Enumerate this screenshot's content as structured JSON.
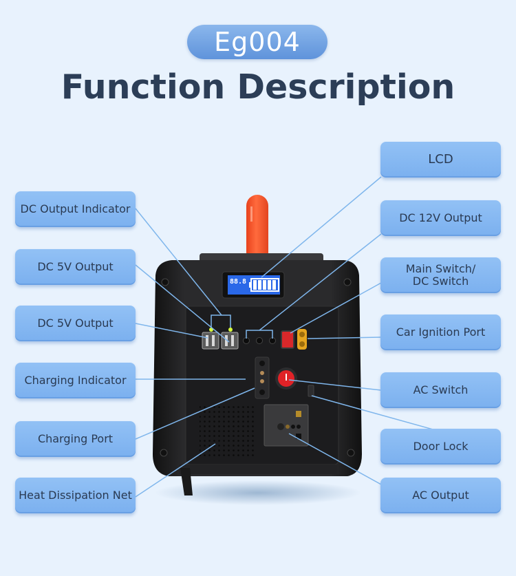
{
  "header": {
    "model": "Eg004",
    "title": "Function Description"
  },
  "device": {
    "lcd_reading": "88.8",
    "battery_bars": 5
  },
  "labels": {
    "left": [
      {
        "id": "dc-output-indicator",
        "text": "DC Output Indicator"
      },
      {
        "id": "dc-5v-output-1",
        "text": "DC 5V Output"
      },
      {
        "id": "dc-5v-output-2",
        "text": "DC 5V Output"
      },
      {
        "id": "charging-indicator",
        "text": "Charging Indicator"
      },
      {
        "id": "charging-port",
        "text": "Charging Port"
      },
      {
        "id": "heat-dissipation-net",
        "text": "Heat Dissipation Net"
      }
    ],
    "right": [
      {
        "id": "lcd",
        "text": "LCD"
      },
      {
        "id": "dc-12v-output",
        "text": "DC 12V Output"
      },
      {
        "id": "main-switch",
        "text": "Main Switch/\nDC Switch"
      },
      {
        "id": "car-ignition-port",
        "text": "Car Ignition Port"
      },
      {
        "id": "ac-switch",
        "text": "AC Switch"
      },
      {
        "id": "door-lock",
        "text": "Door Lock"
      },
      {
        "id": "ac-output",
        "text": "AC Output"
      }
    ]
  },
  "colors": {
    "background": "#e8f2fd",
    "pill": "#6d9fe0",
    "label_box": "#86b8f2",
    "title_text": "#2c3e57",
    "leader_line": "#7fb6ec",
    "device_body": "#1f1f21",
    "handle": "#f2542a",
    "lcd": "#2a68e8"
  }
}
